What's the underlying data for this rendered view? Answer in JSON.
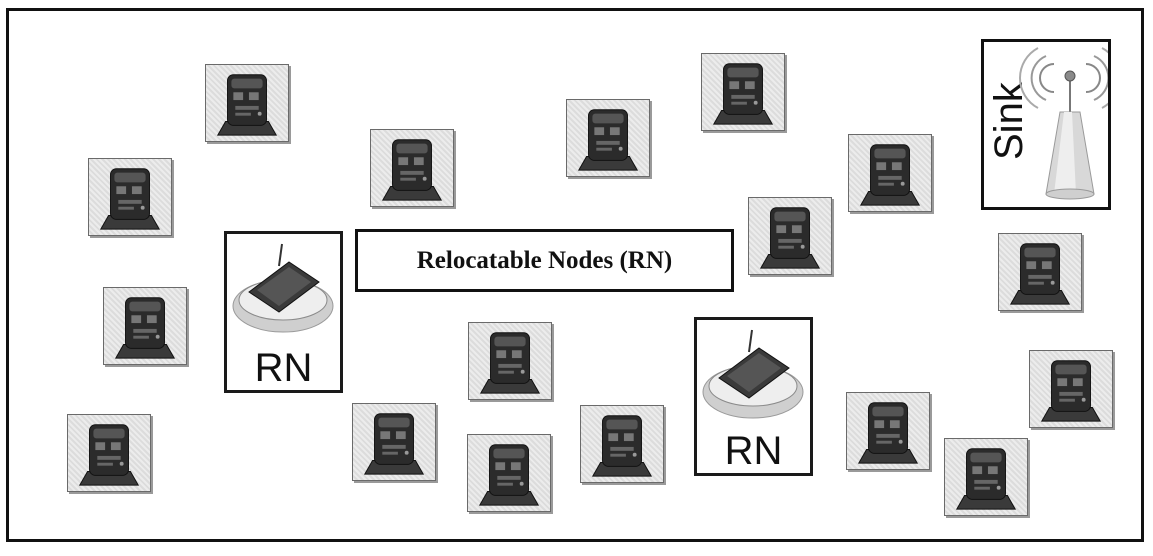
{
  "diagram": {
    "legend_label": "Relocatable Nodes (RN)",
    "rn_label": "RN",
    "sink_label": "Sink",
    "icons": {
      "sensor_node": "sensor-node-icon",
      "relocatable_node": "relocatable-node-icon",
      "sink": "antenna-tower-icon"
    },
    "colors": {
      "border": "#111111",
      "node_body": "#2b2b2b",
      "node_bg": "#e4e4e4"
    }
  }
}
